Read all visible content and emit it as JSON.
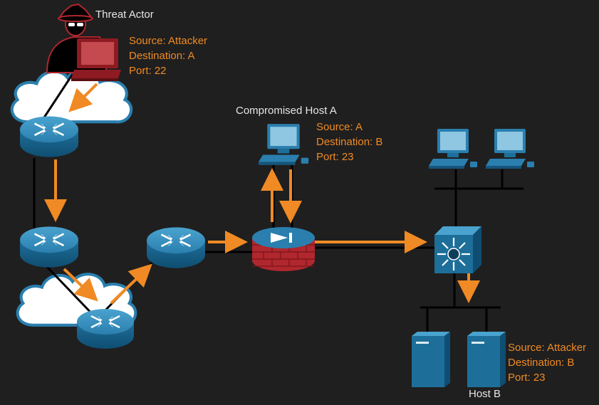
{
  "labels": {
    "threat_actor": "Threat Actor",
    "compromised_host": "Compromised Host A",
    "host_b": "Host B"
  },
  "packets": {
    "attacker_to_a": {
      "source": "Source: Attacker",
      "destination": "Destination: A",
      "port": "Port: 22"
    },
    "a_to_b": {
      "source": "Source: A",
      "destination": "Destination: B",
      "port": "Port: 23"
    },
    "spoofed_to_b": {
      "source": "Source: Attacker",
      "destination": "Destination: B",
      "port": "Port: 23"
    }
  },
  "colors": {
    "background": "#1f1f1f",
    "arrow": "#f08a24",
    "link": "#000000",
    "device_blue": "#1d6f9a",
    "firewall_red": "#b0272e",
    "attacker_red": "#8e1b22"
  }
}
